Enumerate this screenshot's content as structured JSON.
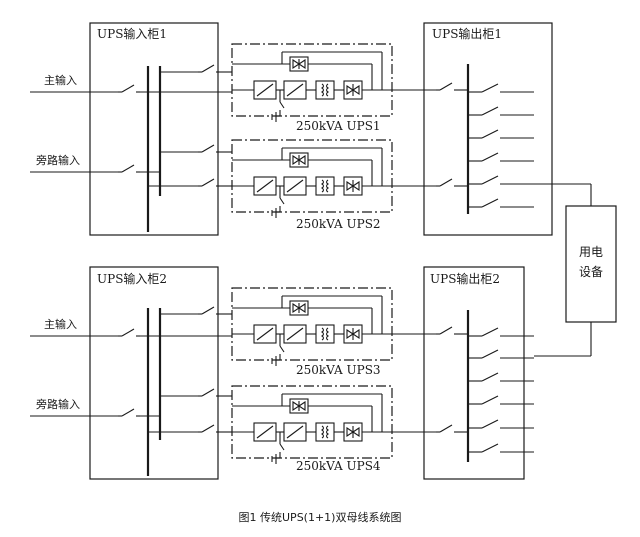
{
  "input_cabinets": [
    {
      "label": "UPS输入柜1",
      "main_input": "主输入",
      "bypass_input": "旁路输入"
    },
    {
      "label": "UPS输入柜2",
      "main_input": "主输入",
      "bypass_input": "旁路输入"
    }
  ],
  "ups_units": [
    {
      "label": "250kVA UPS1"
    },
    {
      "label": "250kVA UPS2"
    },
    {
      "label": "250kVA UPS3"
    },
    {
      "label": "250kVA UPS4"
    }
  ],
  "output_cabinets": [
    {
      "label": "UPS输出柜1"
    },
    {
      "label": "UPS输出柜2"
    }
  ],
  "load": {
    "line1": "用电",
    "line2": "设备"
  },
  "caption": "图1   传统UPS(1+1)双母线系统图"
}
